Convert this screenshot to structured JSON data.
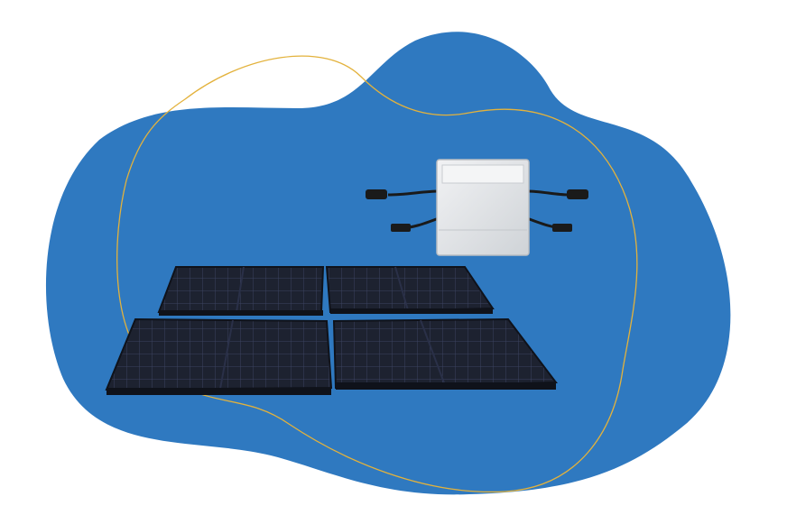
{
  "scene": {
    "subject": "solar-panel-kit",
    "background": "#ffffff",
    "blob_color": "#2f79c0",
    "outline_color": "#e3b23c",
    "panel_color": "#1d2230",
    "panel_cell_line": "#3b4360",
    "panel_frame": "#0f121a",
    "inverter_body": "#e6e8ea",
    "inverter_shadow": "#b9bdc2",
    "cable_color": "#1a1a1a",
    "panel_count": 4,
    "inverter_count": 1
  }
}
